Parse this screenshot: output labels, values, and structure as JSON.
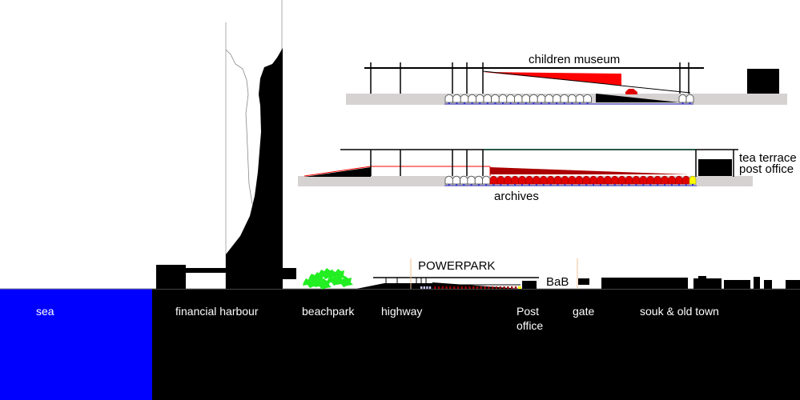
{
  "colors": {
    "sea": "#0000ff",
    "ground": "#000000",
    "slab": "#d6d2d2",
    "ramp_red": "#ff0000",
    "archive_red": "#cc0000",
    "dark_red": "#990000",
    "arch_outline": "#333333",
    "foundation_blue": "#3333cc",
    "yellow": "#ffff00",
    "tree_green": "#22ee22",
    "roof_green": "#0b4d3a"
  },
  "ground_labels": [
    {
      "id": "sea",
      "text": "sea"
    },
    {
      "id": "financial-harbour",
      "text": "financial harbour"
    },
    {
      "id": "beachpark",
      "text": "beachpark"
    },
    {
      "id": "highway",
      "text": "highway"
    },
    {
      "id": "post-office",
      "text": "Post\noffice",
      "line1": "Post",
      "line2": "office"
    },
    {
      "id": "gate",
      "text": "gate"
    },
    {
      "id": "souk-old-town",
      "text": "souk & old town"
    }
  ],
  "section_labels": {
    "children_museum": "children museum",
    "archives": "archives",
    "tea_terrace": "tea terrace",
    "post_office": "post office",
    "powerpark": "POWERPARK",
    "bab": "BaB"
  },
  "detail_section_1": {
    "arch_count_left": 19,
    "arch_count_right": 2
  },
  "detail_section_2": {
    "arch_count_white": 6,
    "arch_count_red": 28,
    "arch_count_yellow": 1
  }
}
